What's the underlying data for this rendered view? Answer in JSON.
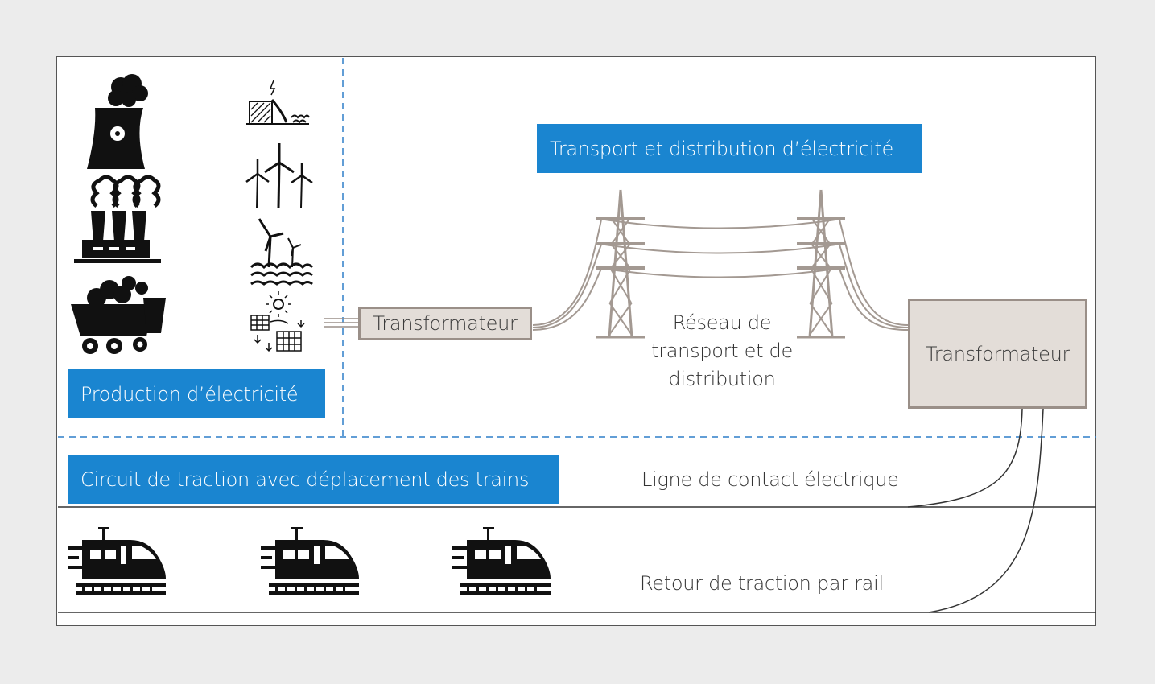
{
  "labels": {
    "production": "Production d’électricité",
    "transport": "Transport et distribution d’électricité",
    "circuit": "Circuit de traction avec déplacement des trains",
    "ligne_contact": "Ligne de contact électrique",
    "retour_traction": "Retour de traction par rail",
    "transformateur_1": "Transformateur",
    "transformateur_2": "Transformateur",
    "reseau_line1": "Réseau de",
    "reseau_line2": "transport et de",
    "reseau_line3": "distribution"
  },
  "icons": {
    "production_sources": [
      "nuclear-plant-icon",
      "hydro-dam-icon",
      "wind-turbines-icon",
      "thermal-power-plant-icon",
      "offshore-wind-icon",
      "coal-wagon-icon",
      "solar-panels-icon"
    ],
    "pylons": [
      "pylon-icon",
      "pylon-icon"
    ],
    "trains": [
      "train-icon",
      "train-icon",
      "train-icon"
    ]
  },
  "colors": {
    "accent_blue": "#1a85d0",
    "dashed_divider": "#2f7fc8",
    "pylon": "#a39992",
    "transformer_fill": "#e3ddd8",
    "transformer_border": "#9a8f88",
    "icon": "#111111"
  }
}
